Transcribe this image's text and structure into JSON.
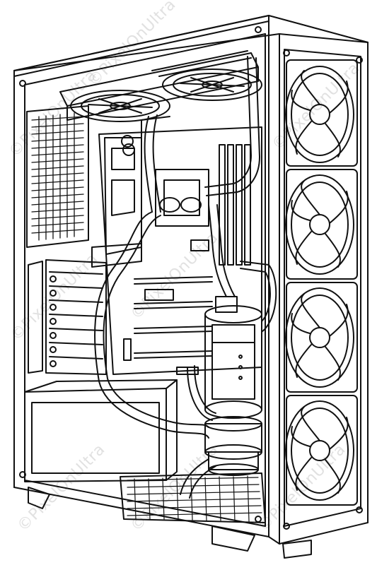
{
  "image": {
    "subject": "line-art coloring page: open PC tower case with custom water-cooling loop",
    "ink_color": "#111111",
    "paper_color": "#ffffff",
    "watermark_color": "#c9c9c9"
  },
  "watermark": {
    "text": "©PixelOnUltra"
  },
  "components": {
    "front_fans": 4,
    "top_fans": 2,
    "expansion_slots": 7,
    "ram_sticks": 4
  }
}
